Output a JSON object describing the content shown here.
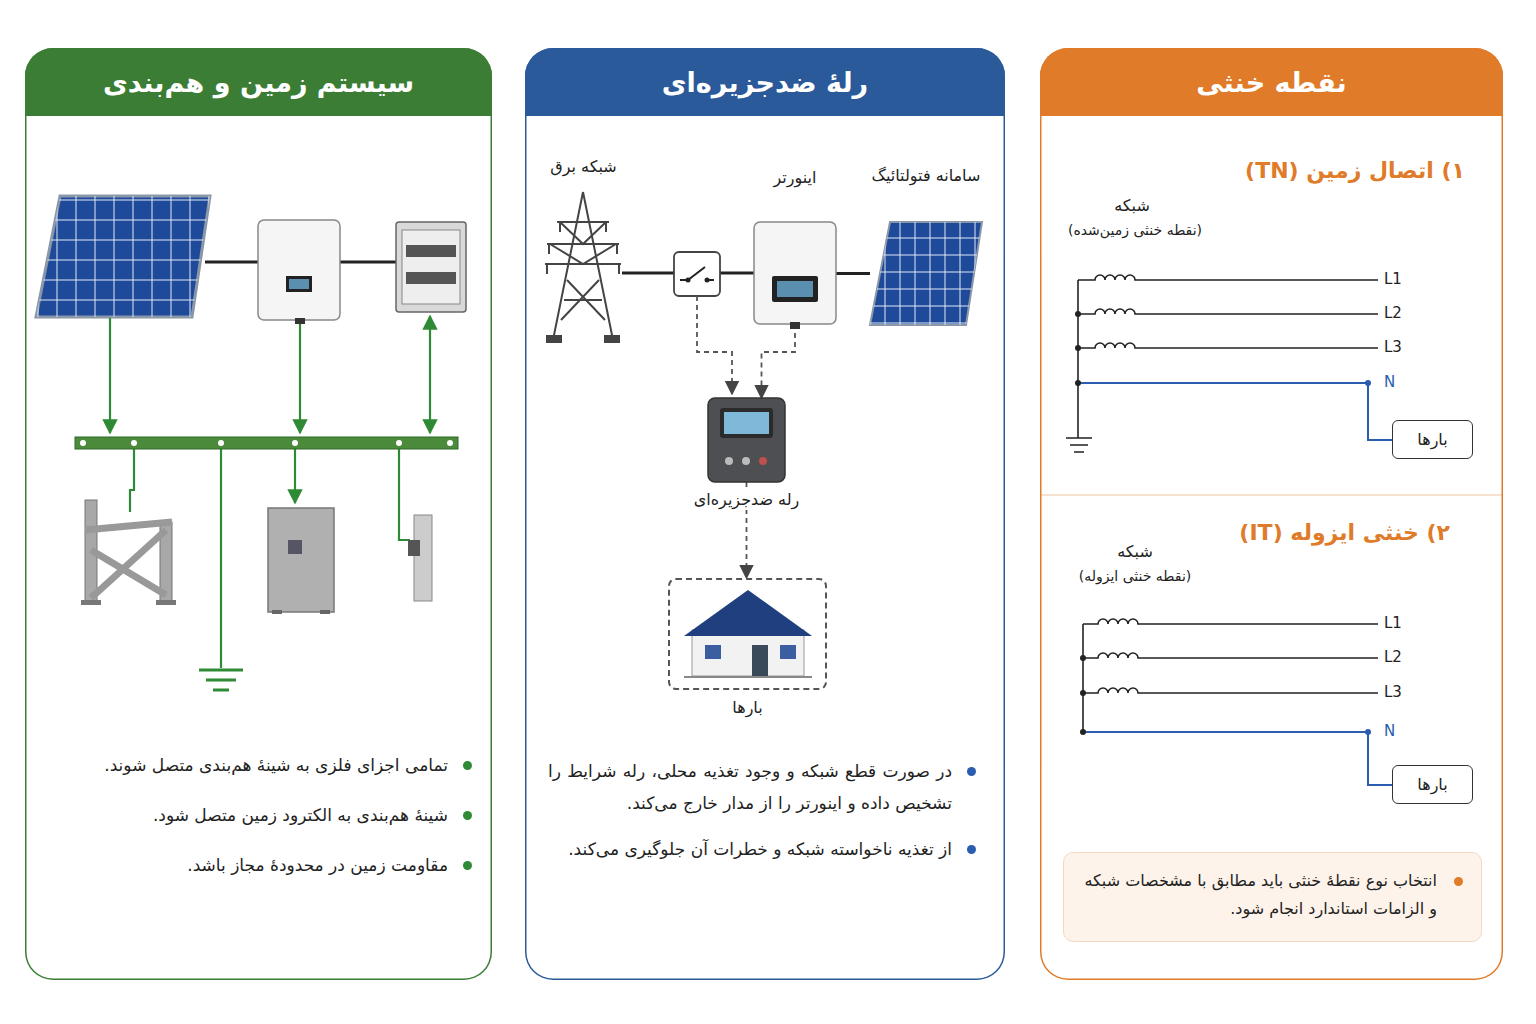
{
  "diagram": {
    "nodes": [
      {
        "text": [
          "نقطه خنثی"
        ]
      },
      {
        "text": [
          "بارها"
        ],
        "in": 0
      },
      {
        "text": [
          "بارها"
        ],
        "in": 0
      },
      {
        "text": [
          "انتخاب نوع نقطهٔ خنثی باید مطابق با مشخصات شبکه و الزامات استاندارد انجام شود."
        ],
        "in": 0
      },
      {
        "text": [
          "رلهٔ ضدجزیره‌ای"
        ]
      },
      {
        "text": [
          "سامانه فتولتائیگ"
        ],
        "in": 4
      },
      {
        "text": [
          "اینورتر"
        ],
        "in": 4
      },
      {
        "text": [
          "شبکه برق"
        ],
        "in": 4
      },
      {
        "text": [
          "رله ضدجزیره‌ای"
        ],
        "in": 4
      },
      {
        "text": [
          "بارها"
        ],
        "in": 4
      },
      {
        "text": [
          "سیستم زمین و هم‌بندی"
        ]
      }
    ],
    "edges": [
      {
        "from": 5,
        "to": 6,
        "arrow": "none"
      },
      {
        "from": 6,
        "to": 7,
        "arrow": "none"
      },
      {
        "from": 6,
        "to": 8,
        "arrow": "to"
      },
      {
        "from": 8,
        "to": 9,
        "arrow": "to"
      }
    ],
    "labels": [
      "۱) اتصال زمین (TN)",
      "شبکه",
      "(نقطه خنثی زمین‌شده)",
      "L1",
      "L2",
      "L3",
      "N",
      "۲) خنثی ایزوله (IT)",
      "شبکه",
      "(نقطه خنثی ایزوله)",
      "L1",
      "L2",
      "L3",
      "N",
      "در صورت قطع شبکه و وجود تغذیه محلی، رله شرایط را تشخیص داده و اینورتر را از مدار خارج می‌کند.",
      "از تغذیه ناخواسته شبکه و خطرات آن جلوگیری می‌کند.",
      "تمامی اجزای فلزی به شینهٔ هم‌بندی متصل شوند.",
      "شینهٔ هم‌بندی به الکترود زمین متصل شود.",
      "مقاومت زمین در محدودهٔ مجاز باشد."
    ]
  }
}
